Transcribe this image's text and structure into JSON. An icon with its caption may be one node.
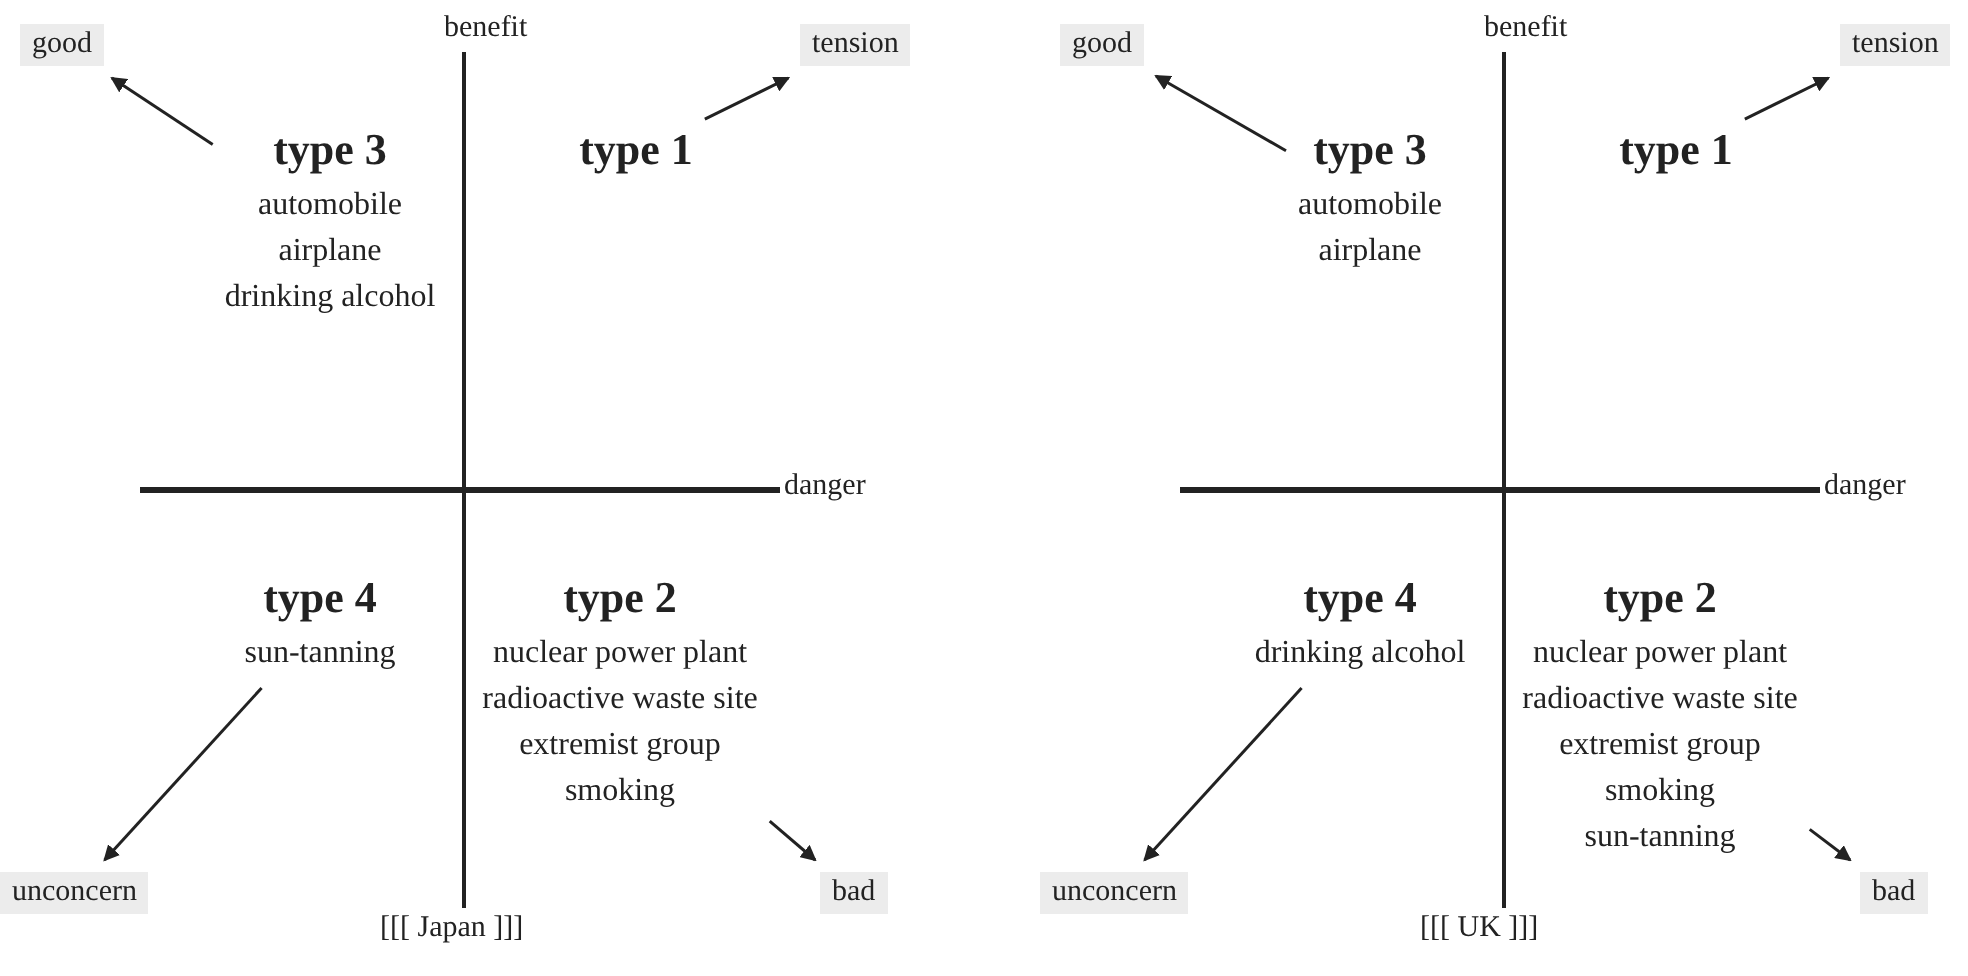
{
  "diagram": {
    "nodes": [
      {
        "text": [
          "good"
        ]
      },
      {
        "text": [
          "tension"
        ]
      },
      {
        "text": [
          "type 3",
          "automobile",
          "airplane",
          "drinking alcohol"
        ]
      },
      {
        "text": [
          "type 1"
        ]
      },
      {
        "text": [
          "type 4",
          "sun-tanning"
        ]
      },
      {
        "text": [
          "type 2",
          "nuclear power plant",
          "radioactive waste site",
          "extremist group",
          "smoking"
        ]
      },
      {
        "text": [
          "unconcern"
        ]
      },
      {
        "text": [
          "bad"
        ]
      },
      {
        "text": [
          "good"
        ]
      },
      {
        "text": [
          "tension"
        ]
      },
      {
        "text": [
          "type 3",
          "automobile",
          "airplane"
        ]
      },
      {
        "text": [
          "type 1"
        ]
      },
      {
        "text": [
          "type 4",
          "drinking alcohol"
        ]
      },
      {
        "text": [
          "type 2",
          "nuclear power plant",
          "radioactive waste site",
          "extremist group",
          "smoking",
          "sun-tanning"
        ]
      },
      {
        "text": [
          "unconcern"
        ]
      },
      {
        "text": [
          "bad"
        ]
      }
    ],
    "edges": [
      {
        "from": 2,
        "to": 0,
        "arrow": "to"
      },
      {
        "from": 3,
        "to": 1,
        "arrow": "to"
      },
      {
        "from": 4,
        "to": 6,
        "arrow": "to"
      },
      {
        "from": 5,
        "to": 7,
        "arrow": "to"
      },
      {
        "from": 10,
        "to": 8,
        "arrow": "to"
      },
      {
        "from": 11,
        "to": 9,
        "arrow": "to"
      },
      {
        "from": 12,
        "to": 14,
        "arrow": "to"
      },
      {
        "from": 13,
        "to": 15,
        "arrow": "to"
      }
    ],
    "labels": [
      "benefit",
      "danger",
      "[[[ Japan ]]]",
      "benefit",
      "danger",
      "[[[ UK ]]]"
    ]
  }
}
